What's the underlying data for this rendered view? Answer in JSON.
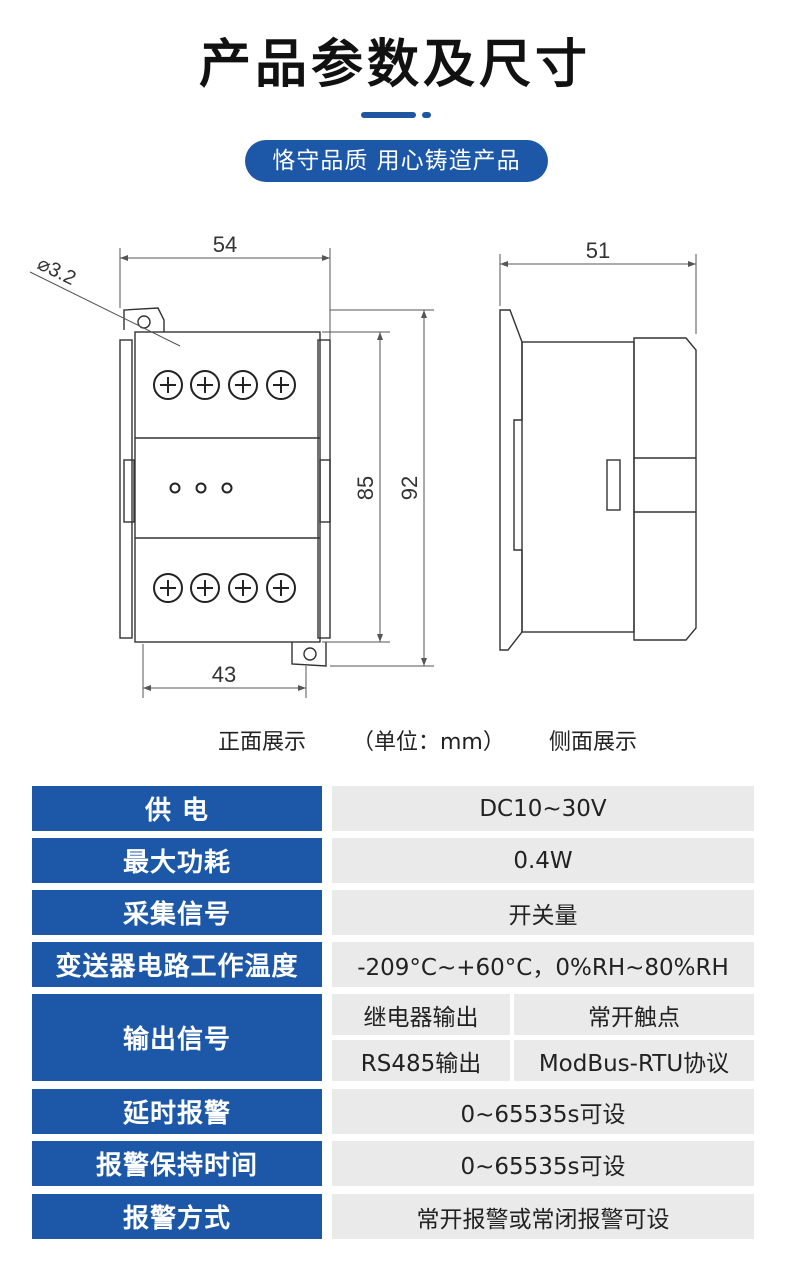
{
  "header": {
    "title": "产品参数及尺寸",
    "slogan": "恪守品质 用心铸造产品"
  },
  "drawing": {
    "front": {
      "width_top": "54",
      "width_bottom": "43",
      "height_inner": "85",
      "height_outer": "92",
      "hole_diameter": "⌀3.2"
    },
    "side": {
      "width": "51"
    },
    "colors": {
      "line": "#333333",
      "dim": "#555555"
    }
  },
  "captions": {
    "front": "正面展示",
    "unit": "（单位：mm）",
    "side": "侧面展示"
  },
  "specs": {
    "rows": [
      {
        "label": "供 电",
        "value": "DC10~30V"
      },
      {
        "label": "最大功耗",
        "value": "0.4W"
      },
      {
        "label": "采集信号",
        "value": "开关量"
      },
      {
        "label": "变送器电路工作温度",
        "value": "-209°C~+60°C，0%RH~80%RH"
      },
      {
        "label": "输出信号",
        "sub": [
          {
            "k": "继电器输出",
            "v": "常开触点"
          },
          {
            "k": "RS485输出",
            "v": "ModBus-RTU协议"
          }
        ]
      },
      {
        "label": "延时报警",
        "value": "0~65535s可设"
      },
      {
        "label": "报警保持时间",
        "value": "0~65535s可设"
      },
      {
        "label": "报警方式",
        "value": "常开报警或常闭报警可设"
      }
    ]
  },
  "theme": {
    "accent": "#1d58a8",
    "cell_bg": "#eaeaea"
  }
}
